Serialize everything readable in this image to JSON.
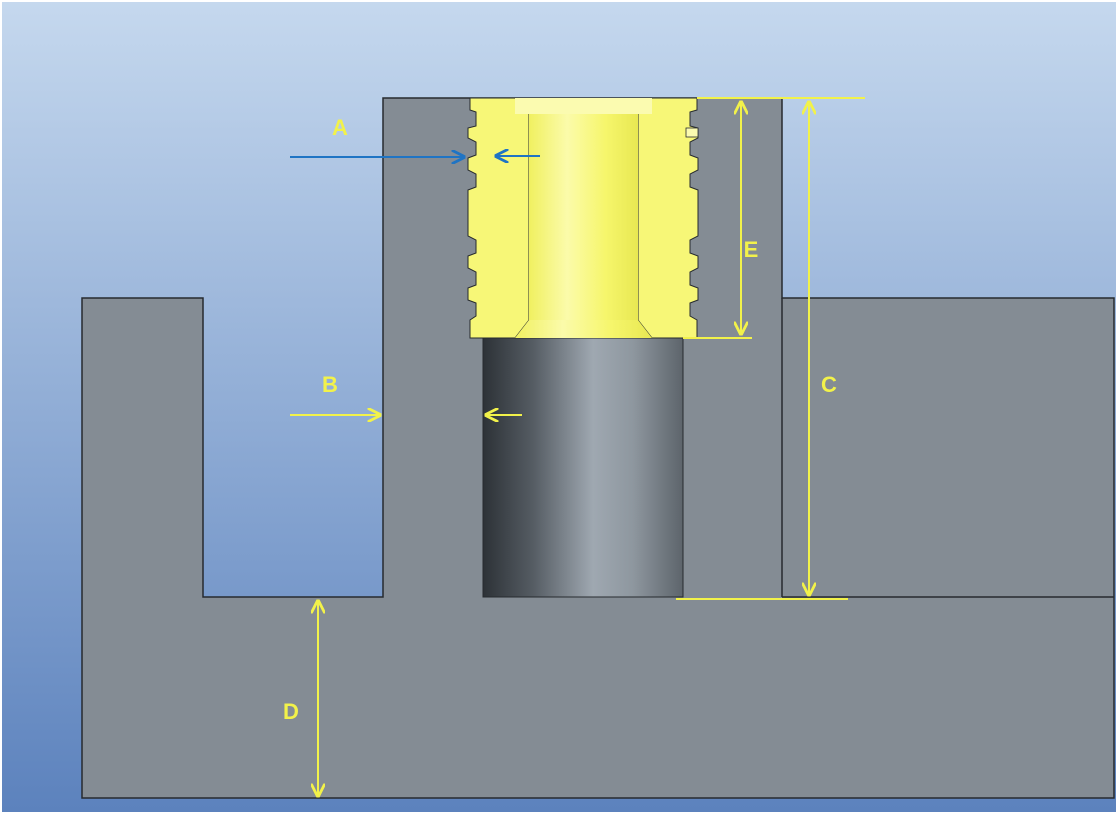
{
  "diagram": {
    "labels": {
      "a": "A",
      "b": "B",
      "c": "C",
      "d": "D",
      "e": "E"
    }
  },
  "colors": {
    "sky_top": "#c5d8ee",
    "sky_bottom": "#5c82bd",
    "body_gray": "#848c94",
    "outline": "#262a2e",
    "insert_yellow": "#f7f777",
    "insert_light": "#fbfbb0",
    "insert_shadow": "#e4e45a",
    "pin_dark": "#3f454b",
    "pin_light": "#a1aab3",
    "dim_yellow": "#f2f24a",
    "dim_blue": "#1f74c4"
  }
}
